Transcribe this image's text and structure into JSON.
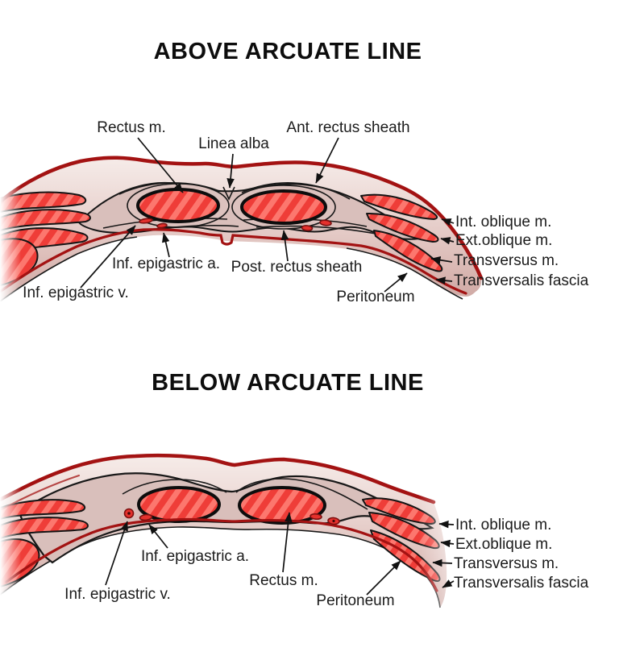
{
  "above": {
    "title": "ABOVE ARCUATE LINE",
    "labels": {
      "rectus_m": "Rectus m.",
      "linea_alba": "Linea alba",
      "ant_rectus_sheath": "Ant. rectus sheath",
      "int_oblique": "Int. oblique m.",
      "ext_oblique": "Ext.oblique m.",
      "transversus": "Transversus m.",
      "transversalis_fascia": "Transversalis fascia",
      "inf_epigastric_a": "Inf. epigastric a.",
      "post_rectus_sheath": "Post. rectus sheath",
      "inf_epigastric_v": "Inf. epigastric v.",
      "peritoneum": "Peritoneum"
    }
  },
  "below": {
    "title": "BELOW ARCUATE LINE",
    "labels": {
      "int_oblique": "Int. oblique m.",
      "ext_oblique": "Ext.oblique m.",
      "transversus": "Transversus m.",
      "transversalis_fascia": "Transversalis fascia",
      "inf_epigastric_a": "Inf. epigastric a.",
      "rectus_m": "Rectus m.",
      "inf_epigastric_v": "Inf. epigastric v.",
      "peritoneum": "Peritoneum"
    }
  },
  "colors": {
    "muscle_red": "#ef3d38",
    "muscle_stripe": "#ff867c",
    "outline_dark_red": "#a31212",
    "skin_light": "#f6ece9",
    "skin_dark": "#cfa9a4",
    "fascia_pink": "#d9bfbb",
    "line_black": "#181818",
    "text": "#1b1b1b"
  }
}
